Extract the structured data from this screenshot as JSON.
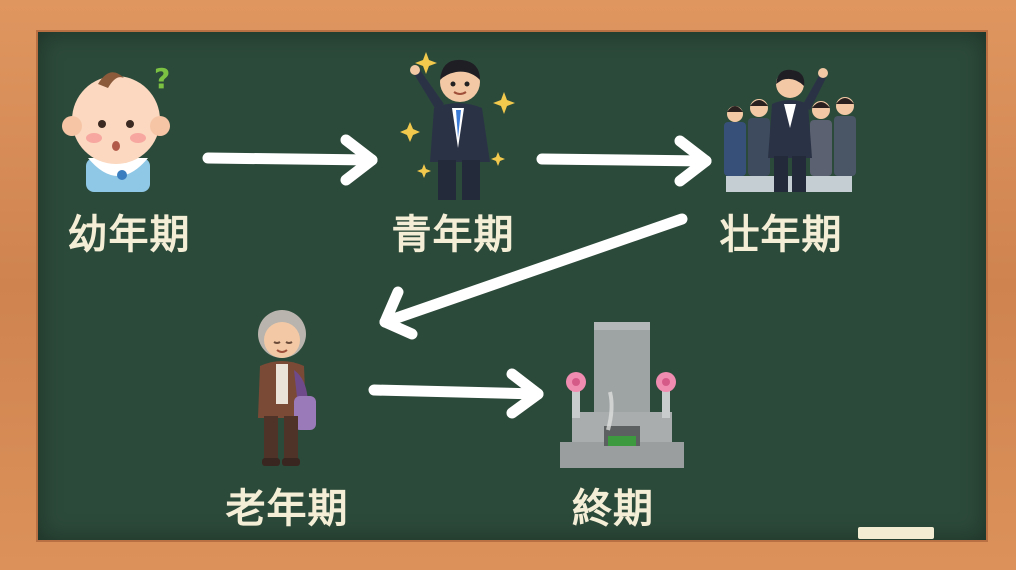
{
  "stages": [
    {
      "id": "youth-childhood",
      "label": "幼年期",
      "icon": "baby-icon"
    },
    {
      "id": "adolescence",
      "label": "青年期",
      "icon": "businessman-icon"
    },
    {
      "id": "prime",
      "label": "壮年期",
      "icon": "office-team-icon"
    },
    {
      "id": "old-age",
      "label": "老年期",
      "icon": "elderly-person-icon"
    },
    {
      "id": "end-of-life",
      "label": "終期",
      "icon": "gravestone-icon"
    }
  ],
  "colors": {
    "board": "#2c4a3a",
    "frame": "#d98d56",
    "chalk_text": "#f5eed7",
    "arrow": "#ffffff"
  }
}
